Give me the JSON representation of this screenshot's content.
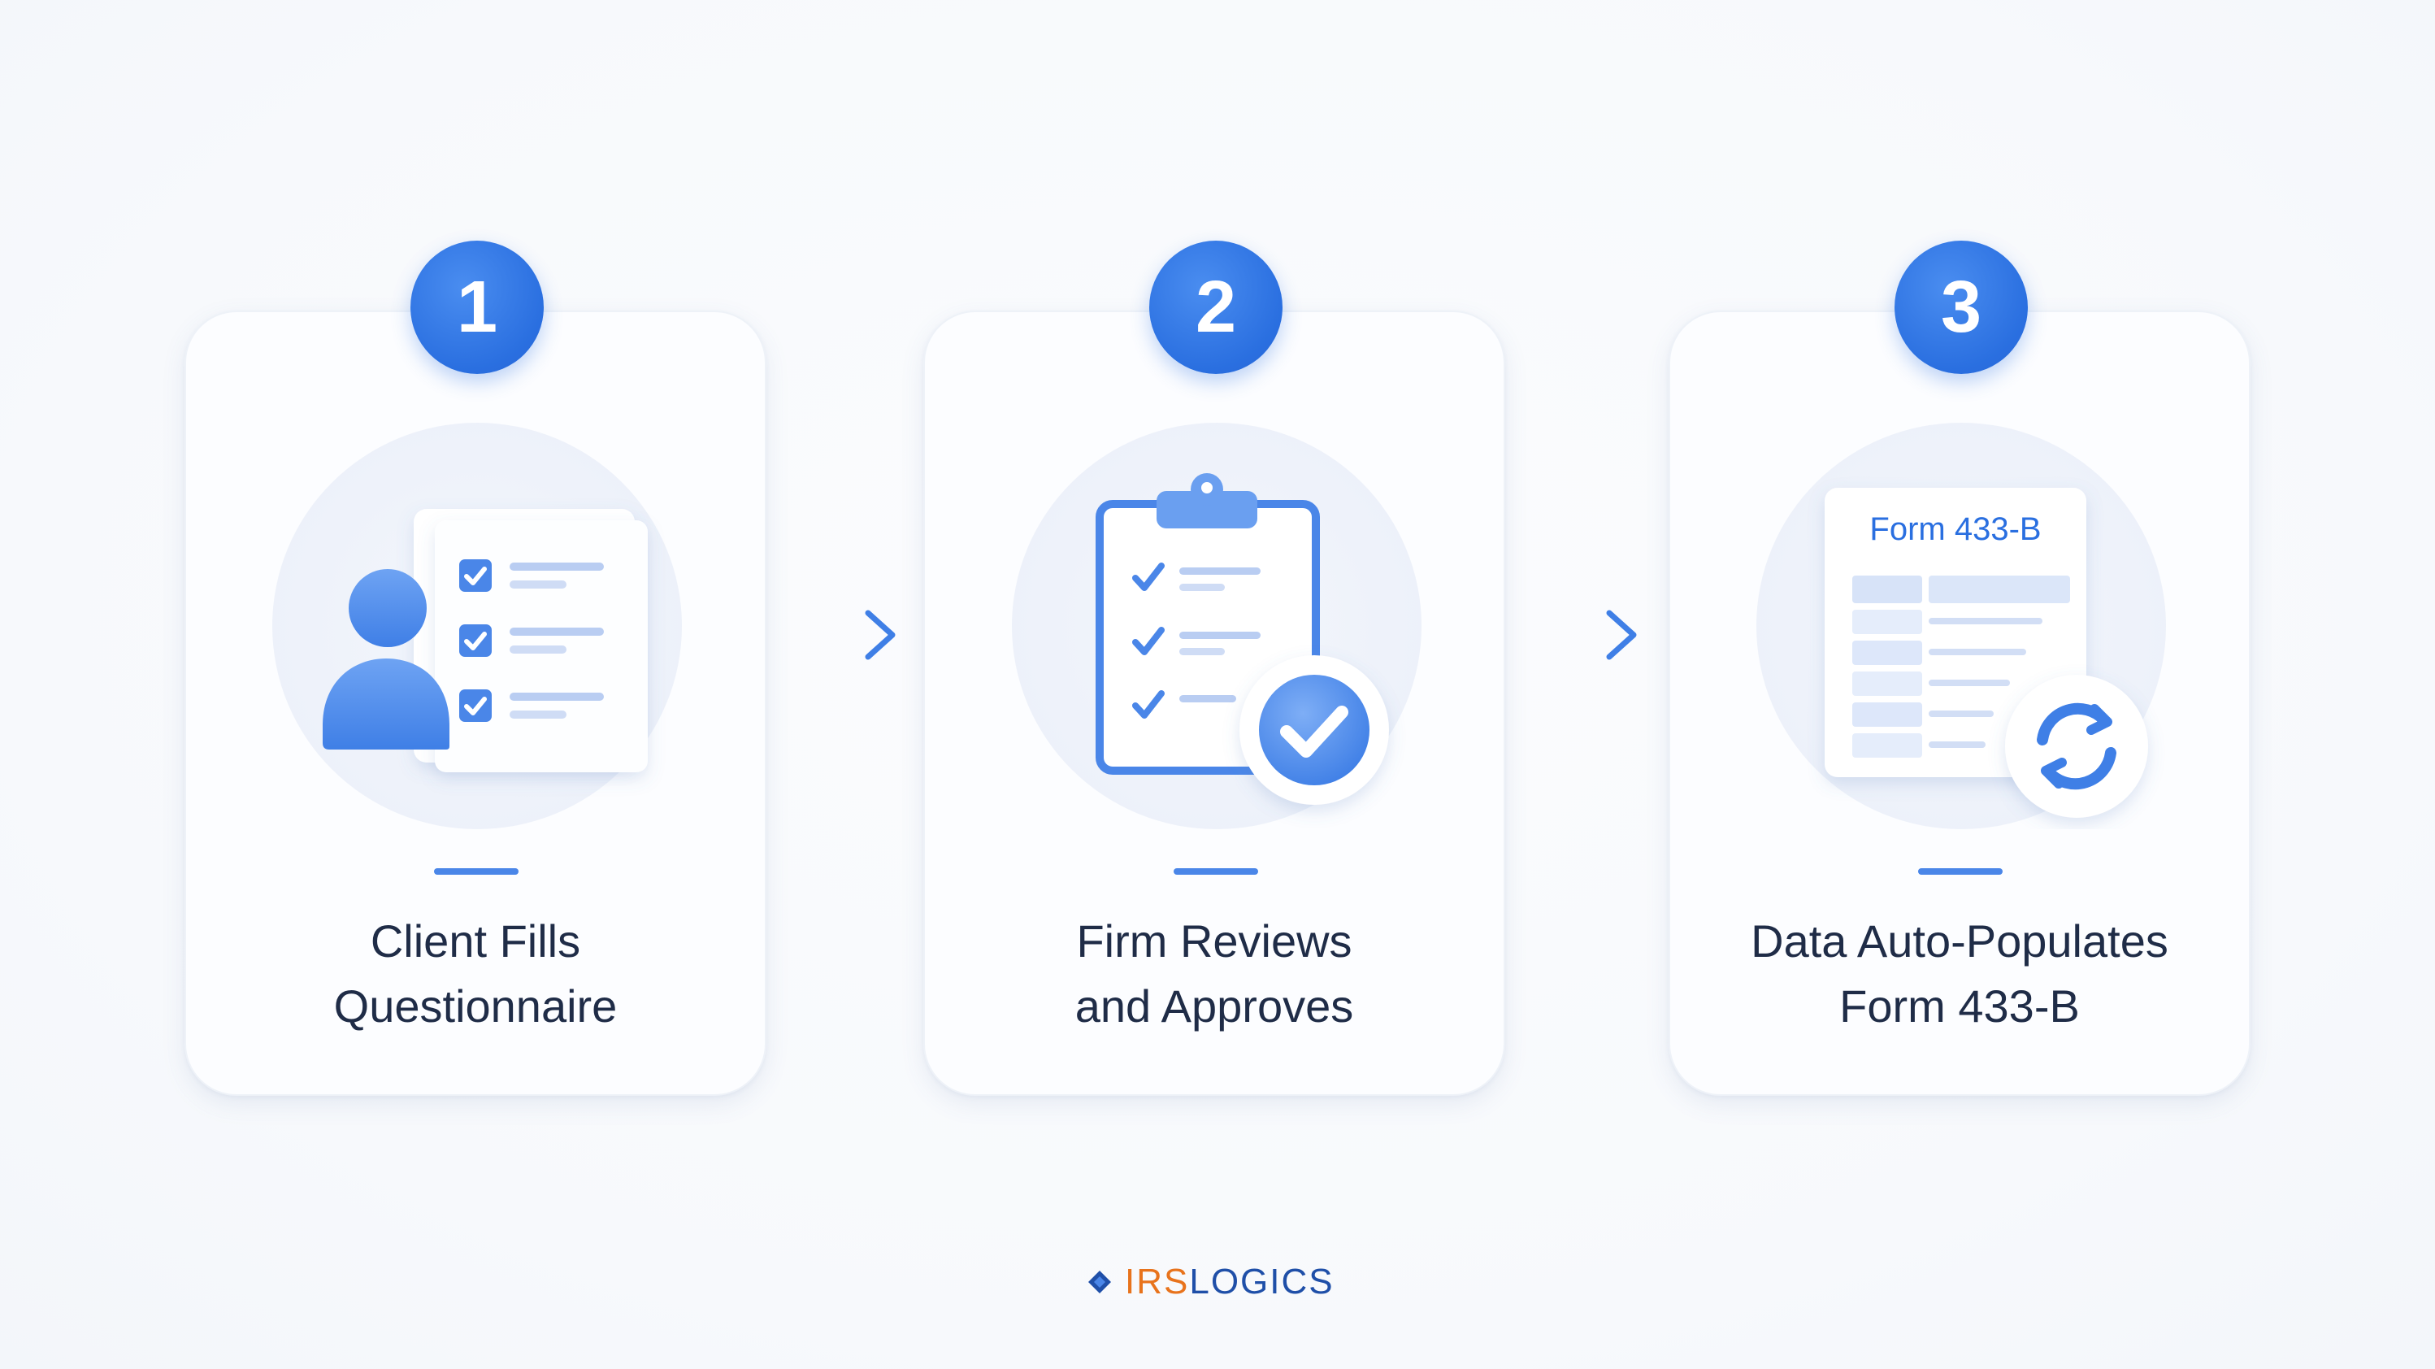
{
  "steps": [
    {
      "number": "1",
      "title_line1": "Client Fills",
      "title_line2": "Questionnaire",
      "illustration": "person-questionnaire-icon"
    },
    {
      "number": "2",
      "title_line1": "Firm Reviews",
      "title_line2": "and Approves",
      "illustration": "clipboard-approved-icon"
    },
    {
      "number": "3",
      "title_line1": "Data Auto-Populates",
      "title_line2": "Form 433-B",
      "illustration": "form-sync-icon",
      "form_label": "Form 433-B"
    }
  ],
  "brand": {
    "part1": "IRS",
    "part2": "LOGICS"
  },
  "colors": {
    "accent": "#2a6fe0",
    "accent_light": "#6fa2f2",
    "text": "#1f2c47",
    "brand_orange": "#e8731c",
    "brand_blue": "#1f4fa8"
  }
}
